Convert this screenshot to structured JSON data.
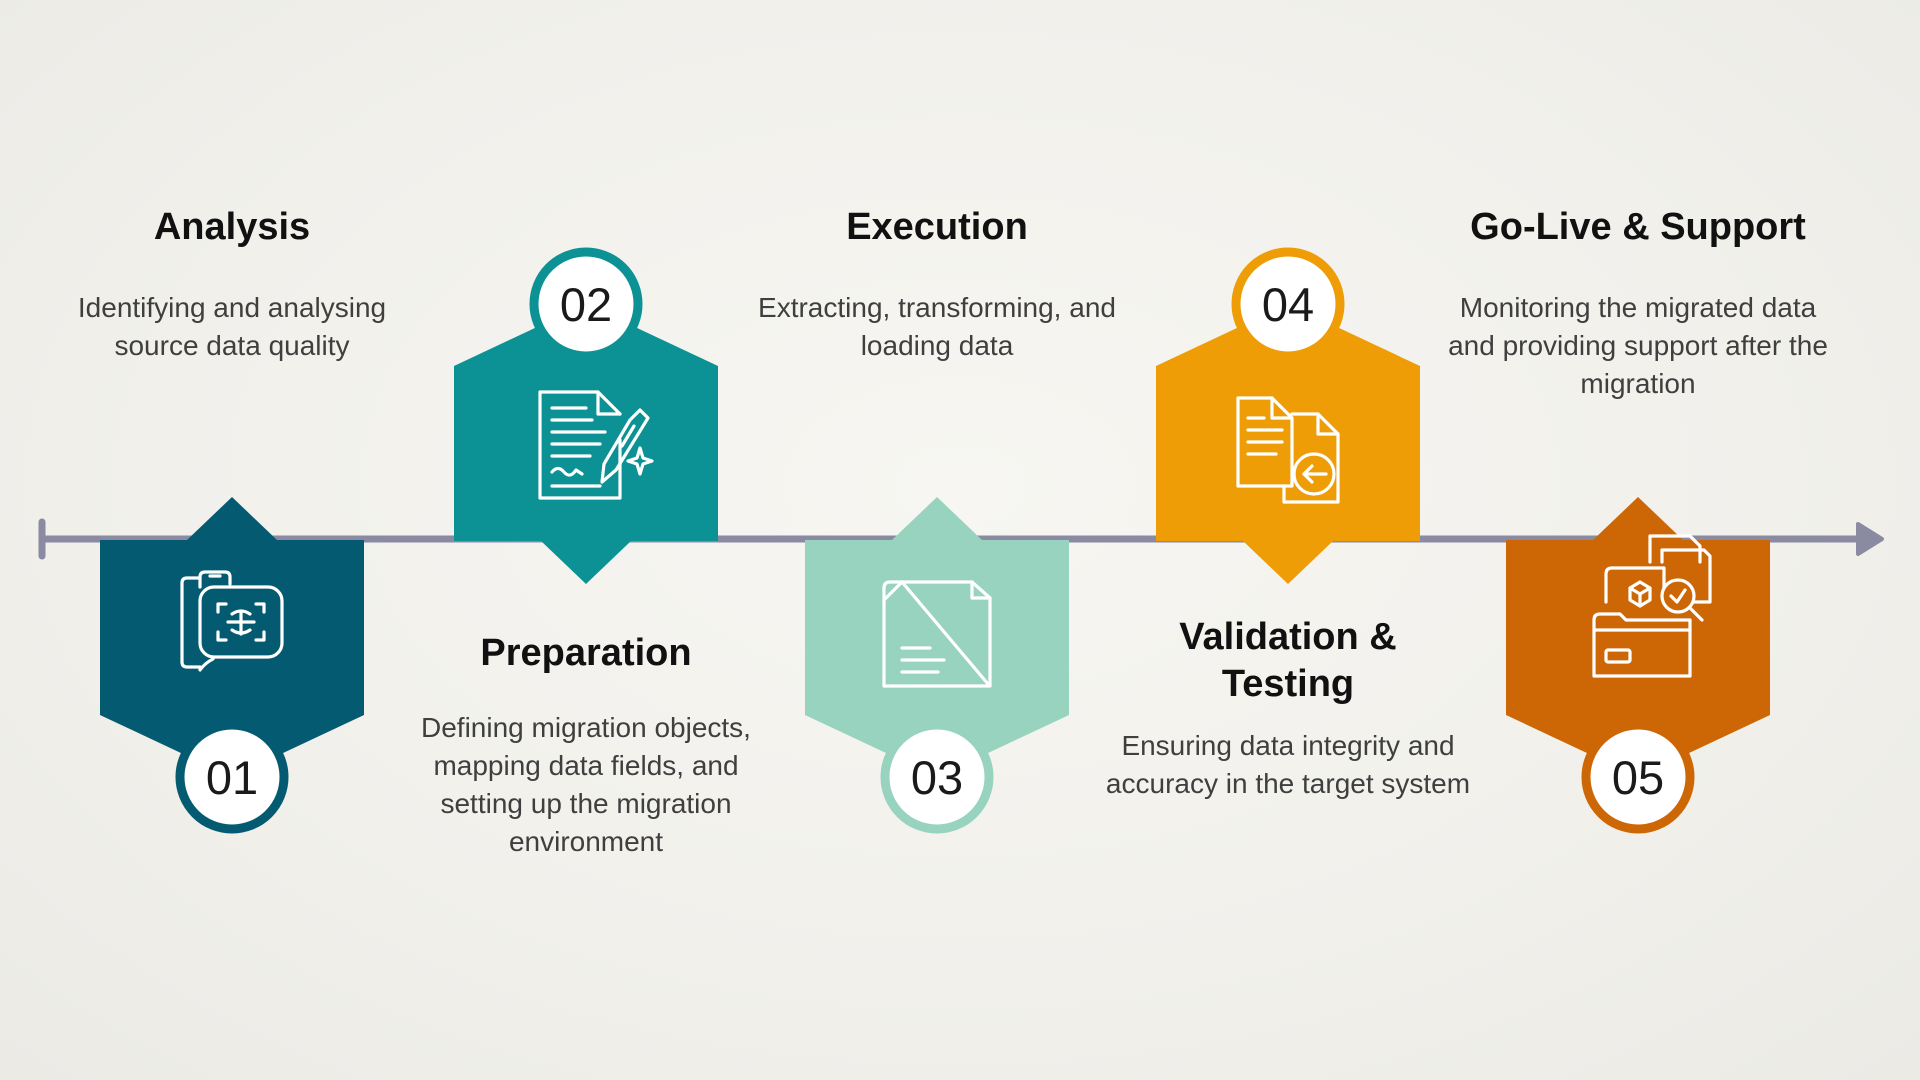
{
  "steps": [
    {
      "number": "01",
      "title": "Analysis",
      "description": "Identifying and analysing source data quality",
      "color": "#045a70",
      "icon": "scan-phone-icon"
    },
    {
      "number": "02",
      "title": "Preparation",
      "description": "Defining migration objects, mapping data fields, and setting up the migration environment",
      "color": "#0c9294",
      "icon": "contract-sign-icon"
    },
    {
      "number": "03",
      "title": "Execution",
      "description": "Extracting, transforming, and loading data",
      "color": "#98d3bf",
      "icon": "documents-icon"
    },
    {
      "number": "04",
      "title": "Validation & Testing",
      "description": "Ensuring data integrity and accuracy in the target system",
      "color": "#ee9d06",
      "icon": "document-transfer-icon"
    },
    {
      "number": "05",
      "title": "Go-Live & Support",
      "description": "Monitoring the migrated data and providing support after the migration",
      "color": "#cd6706",
      "icon": "folder-search-icon"
    }
  ],
  "colors": {
    "timeline": "#8a8aa2",
    "background": "#f3f2ee"
  }
}
